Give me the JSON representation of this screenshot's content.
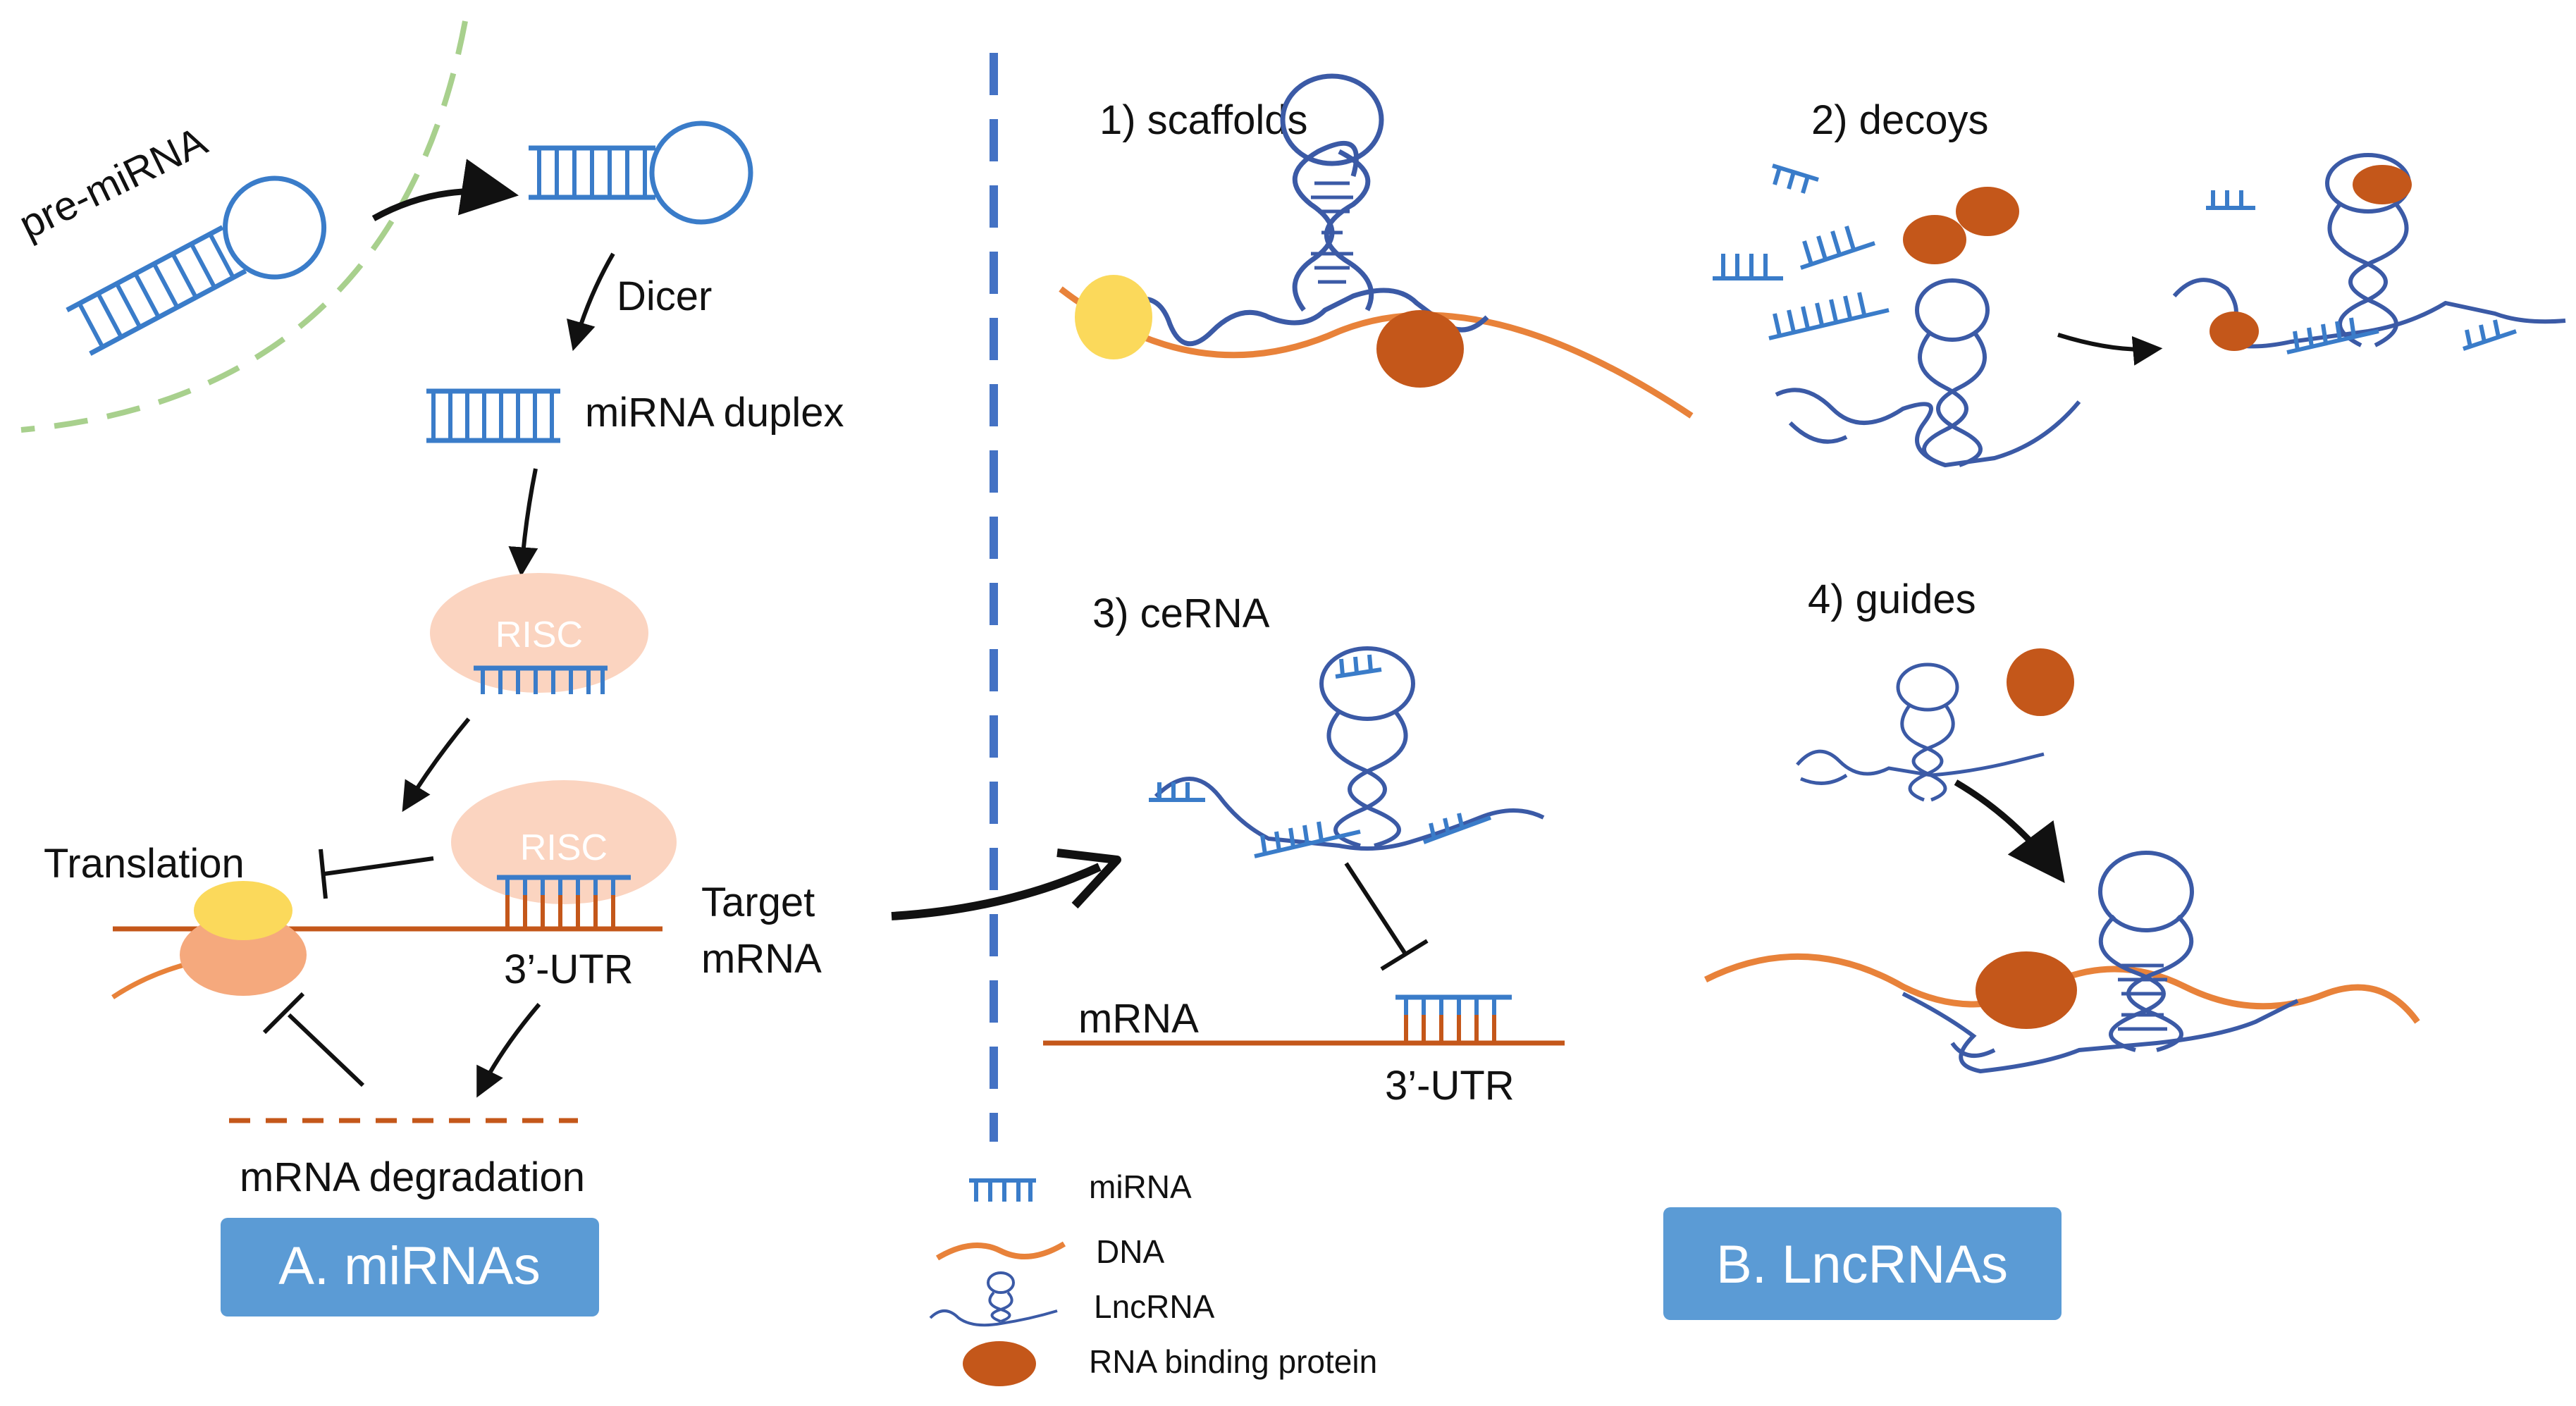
{
  "panel_a": {
    "title": "A. miRNAs",
    "pre_mirna": "pre-miRNA",
    "dicer": "Dicer",
    "duplex": "miRNA duplex",
    "risc_1": "RISC",
    "risc_2": "RISC",
    "translation": "Translation",
    "utr": "3’-UTR",
    "target_line1": "Target",
    "target_line2": "mRNA",
    "degradation": "mRNA degradation"
  },
  "panel_b": {
    "title": "B. LncRNAs",
    "scaffolds": "1) scaffolds",
    "decoys": "2) decoys",
    "cerna": "3) ceRNA",
    "guides": "4) guides",
    "mrna": "mRNA",
    "utr": "3’-UTR"
  },
  "legend": {
    "mirna": "miRNA",
    "dna": "DNA",
    "lncrna": "LncRNA",
    "rbp": "RNA binding protein"
  },
  "colors": {
    "blue": "#3a7cc9",
    "navy": "#3b5aa6",
    "orange": "#e8823a",
    "brown": "#c4571a",
    "yellow": "#fbd95b",
    "salmon": "#f5a97d",
    "risc_pink": "#fbd4c0",
    "panel_blue": "#5b9bd5",
    "cell_green": "#a8d08d"
  }
}
